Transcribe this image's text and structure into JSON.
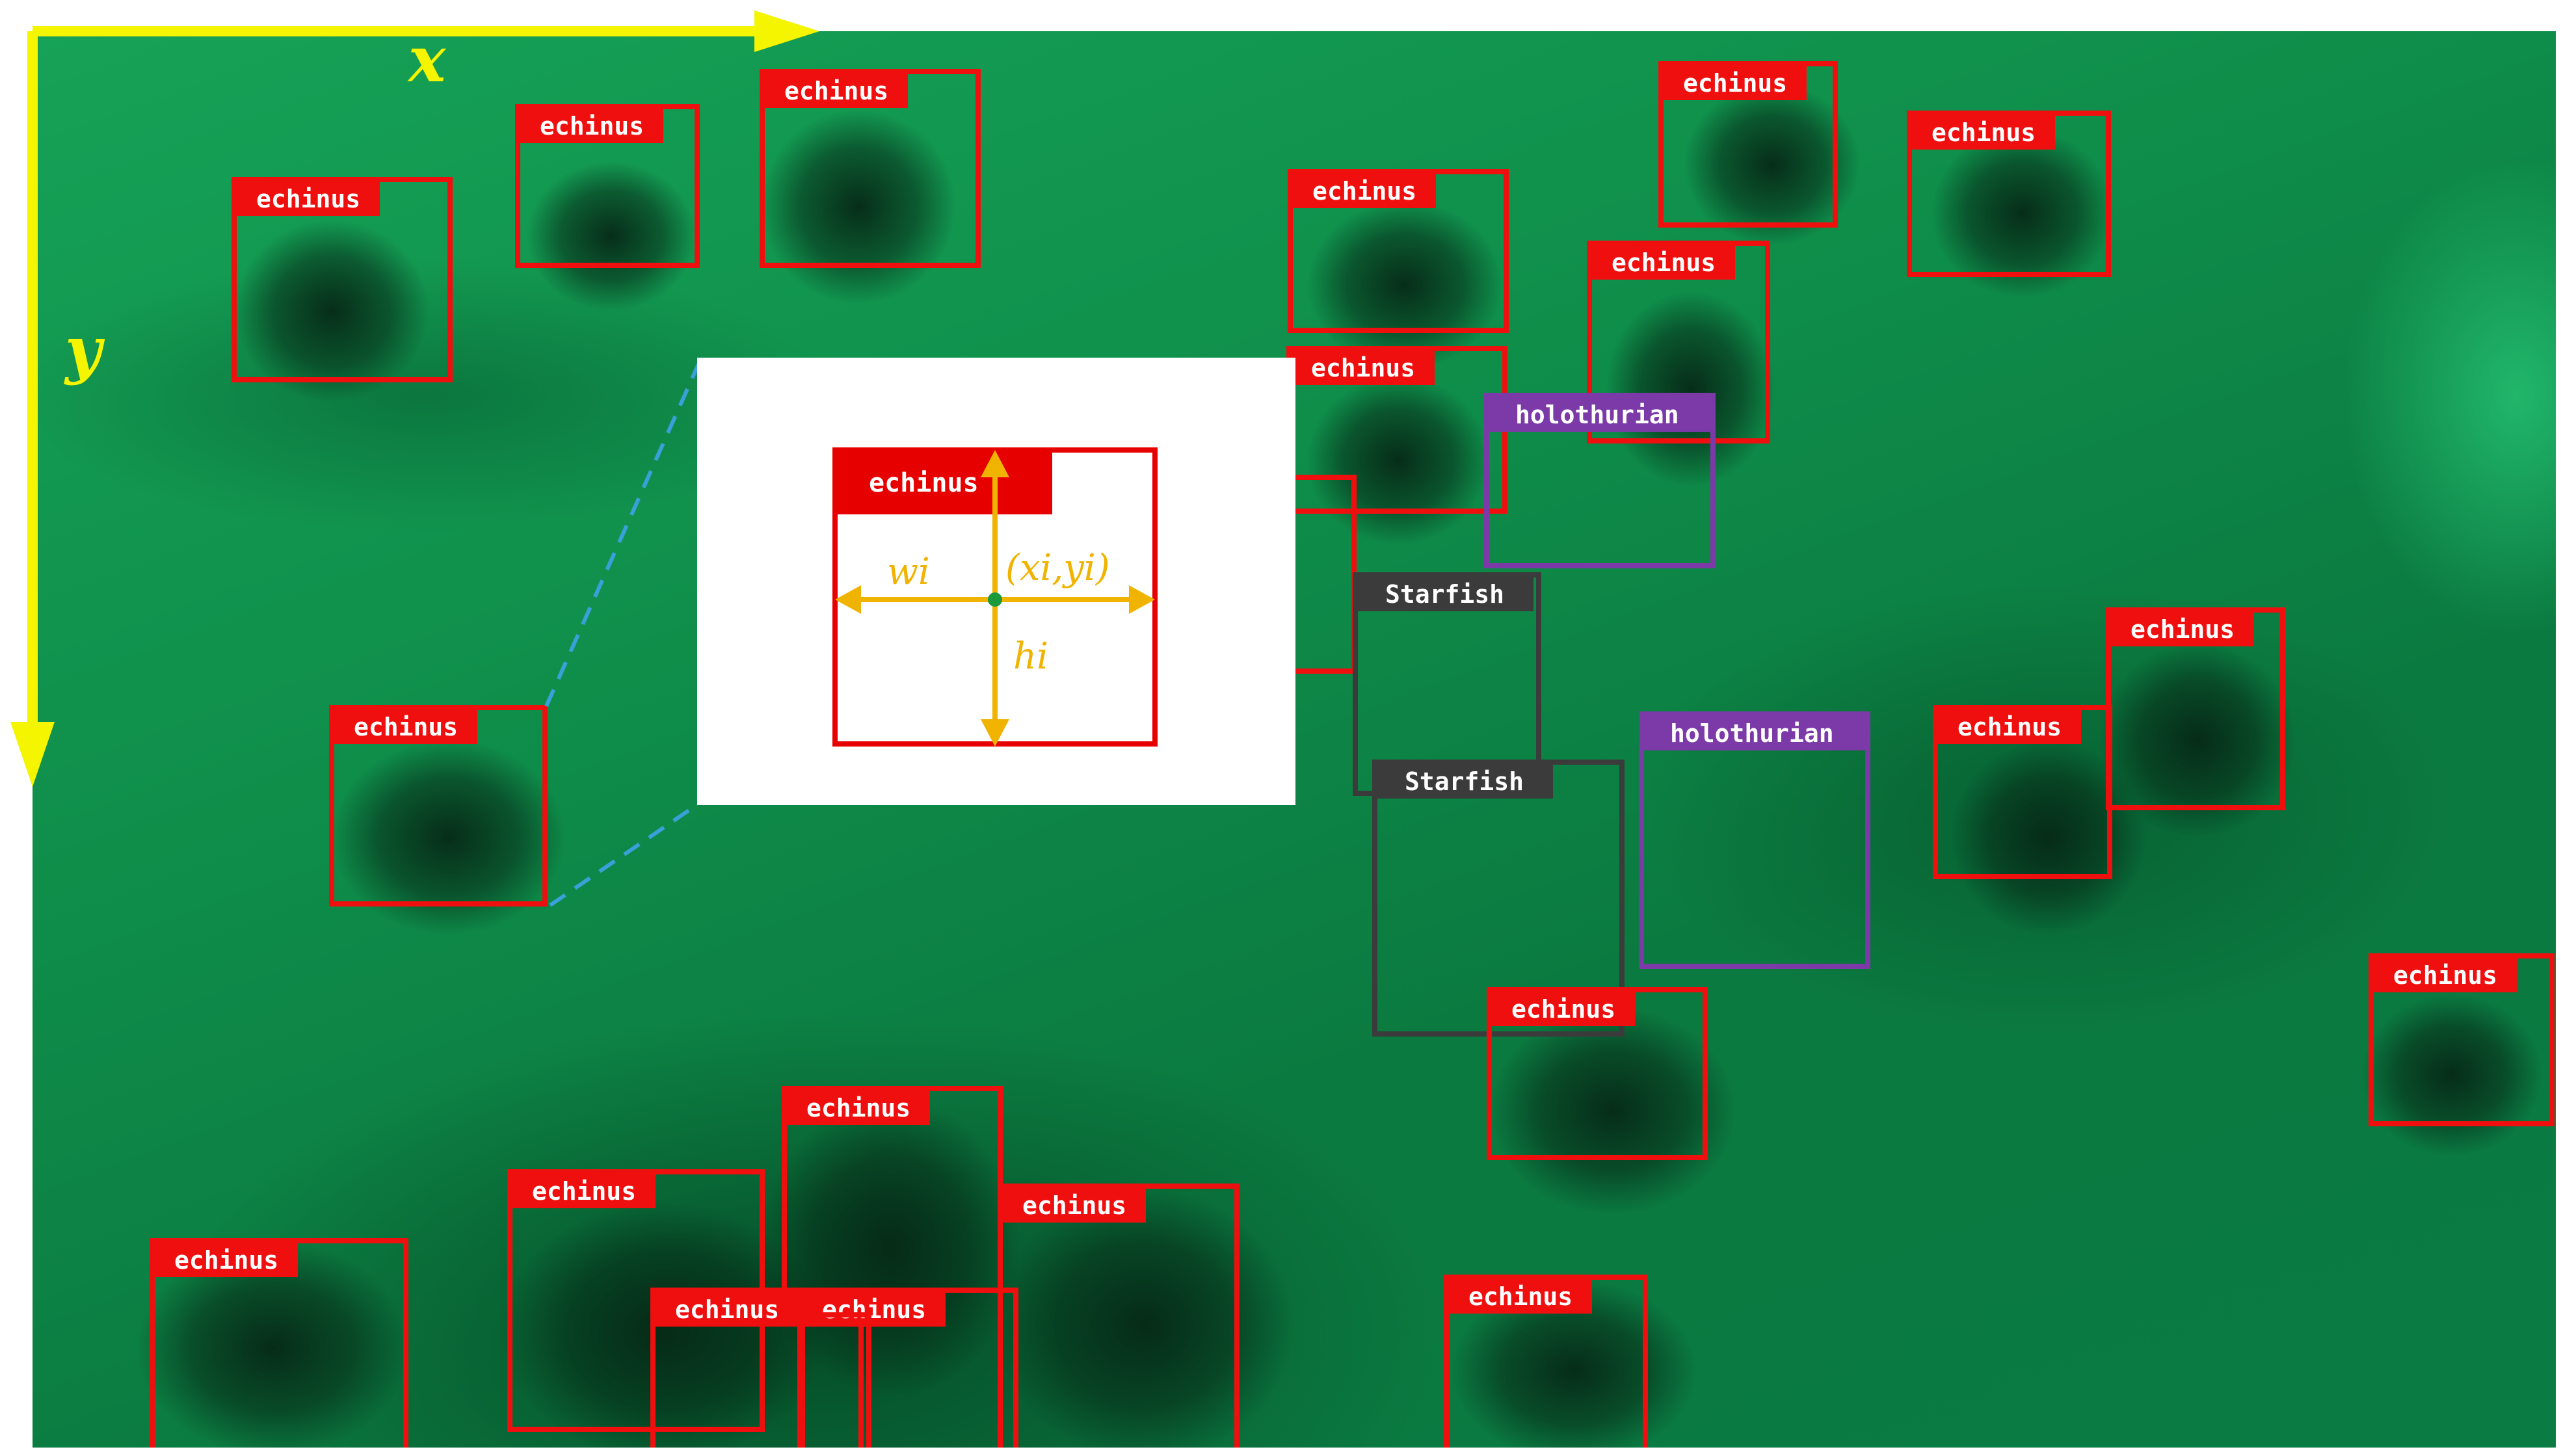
{
  "axes": {
    "x_label": "x",
    "y_label": "y",
    "color": "#f5f500"
  },
  "colors": {
    "echinus": "#f00f0f",
    "holothurian": "#7b3aa8",
    "starfish": "#3b3b3b",
    "callout_arrows": "#f0b400",
    "connector": "#3aa0d8",
    "center_dot": "#1a9a3a"
  },
  "detections": [
    {
      "label": "echinus",
      "class": "red"
    },
    {
      "label": "echinus",
      "class": "red"
    },
    {
      "label": "echinus",
      "class": "red"
    },
    {
      "label": "echinus",
      "class": "red"
    },
    {
      "label": "echinus",
      "class": "red"
    },
    {
      "label": "echinus",
      "class": "red"
    },
    {
      "label": "echinus",
      "class": "red"
    },
    {
      "label": "echinus",
      "class": "red"
    },
    {
      "label": "holothurian",
      "class": "purple"
    },
    {
      "label": "Starfish",
      "class": "dark"
    },
    {
      "label": "Starfish",
      "class": "dark"
    },
    {
      "label": "holothurian",
      "class": "purple"
    },
    {
      "label": "echinus",
      "class": "red"
    },
    {
      "label": "echinus",
      "class": "red"
    },
    {
      "label": "echinus",
      "class": "red"
    },
    {
      "label": "echinus",
      "class": "red"
    },
    {
      "label": "echinus",
      "class": "red"
    },
    {
      "label": "echinus",
      "class": "red"
    },
    {
      "label": "echinus",
      "class": "red"
    },
    {
      "label": "echinus",
      "class": "red"
    },
    {
      "label": "echinus",
      "class": "red"
    },
    {
      "label": "echinus",
      "class": "red"
    },
    {
      "label": "echinus",
      "class": "red"
    },
    {
      "label": "echinus",
      "class": "red"
    }
  ],
  "callout": {
    "label": "echinus",
    "width_symbol": "wi",
    "height_symbol": "hi",
    "center_symbol": "(xi,yi)"
  }
}
